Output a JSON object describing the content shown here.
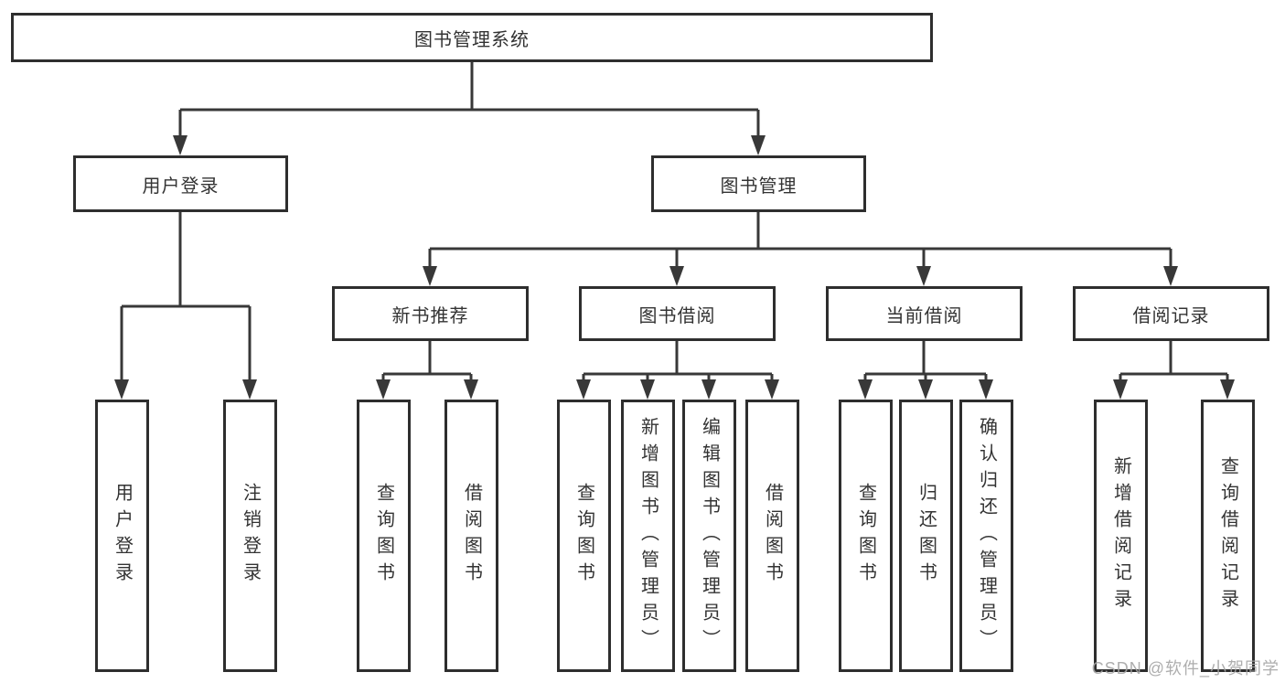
{
  "tree": {
    "label": "图书管理系统",
    "children": [
      {
        "label": "用户登录",
        "children": [
          {
            "label": "用户登录"
          },
          {
            "label": "注销登录"
          }
        ]
      },
      {
        "label": "图书管理",
        "children": [
          {
            "label": "新书推荐",
            "children": [
              {
                "label": "查询图书"
              },
              {
                "label": "借阅图书"
              }
            ]
          },
          {
            "label": "图书借阅",
            "children": [
              {
                "label": "查询图书"
              },
              {
                "label": "新增图书（管理员）"
              },
              {
                "label": "编辑图书（管理员）"
              },
              {
                "label": "借阅图书"
              }
            ]
          },
          {
            "label": "当前借阅",
            "children": [
              {
                "label": "查询图书"
              },
              {
                "label": "归还图书"
              },
              {
                "label": "确认归还（管理员）"
              }
            ]
          },
          {
            "label": "借阅记录",
            "children": [
              {
                "label": "新增借阅记录"
              },
              {
                "label": "查询借阅记录"
              }
            ]
          }
        ]
      }
    ]
  },
  "watermark": {
    "text": "CSDN @软件_小贺同学"
  },
  "colors": {
    "background": "#ffffff",
    "box_border": "#2e2e2e",
    "connector_line": "#383838",
    "text": "#333333",
    "watermark": "#a5a5a5"
  }
}
